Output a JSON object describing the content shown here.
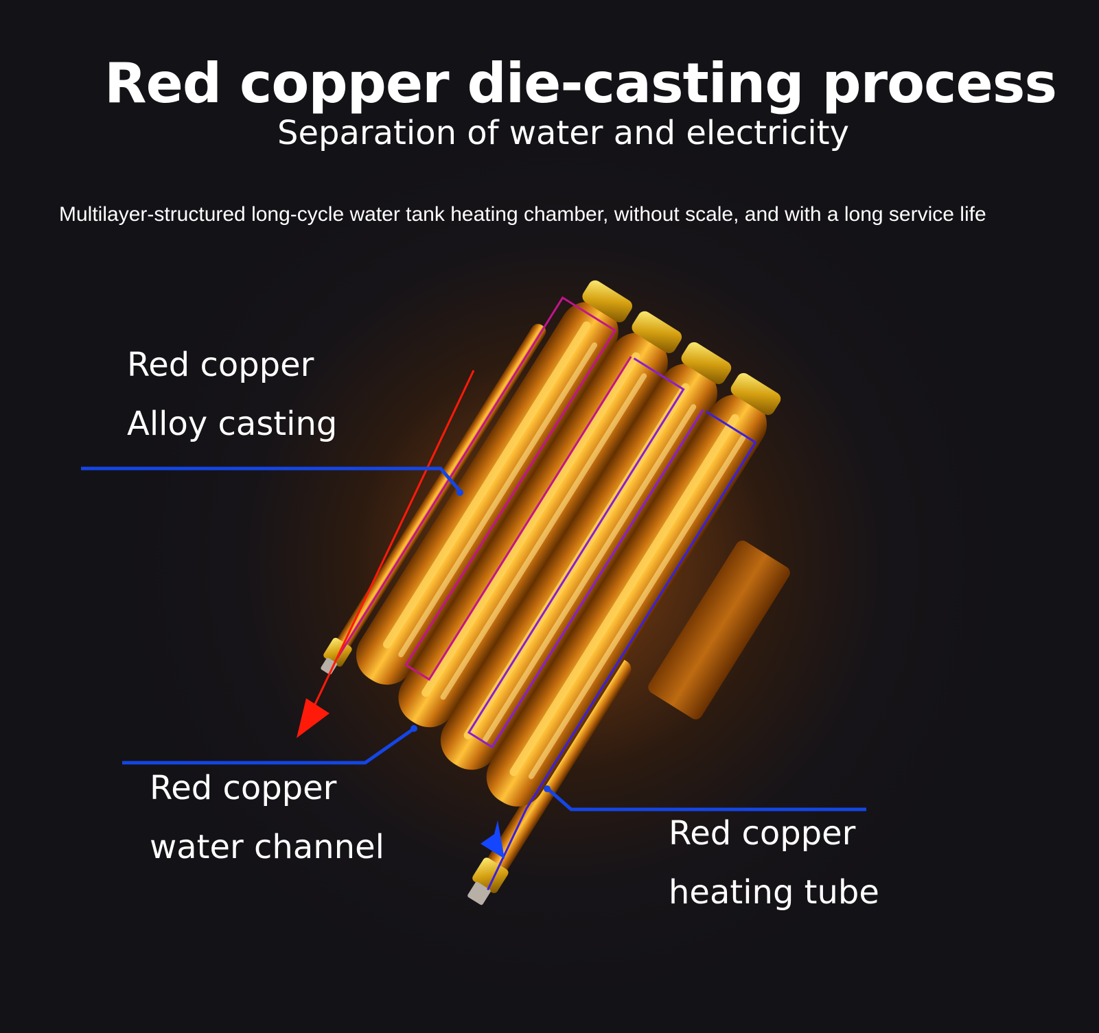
{
  "header": {
    "title": "Red copper die-casting process",
    "subtitle": "Separation of water and electricity"
  },
  "description": "Multilayer-structured long-cycle water tank heating chamber, without scale, and with a long service life",
  "callouts": [
    {
      "line1": "Red copper",
      "line2": "Alloy casting"
    },
    {
      "line1": "Red copper",
      "line2": "water channel"
    },
    {
      "line1": "Red copper",
      "line2": "heating tube"
    }
  ],
  "colors": {
    "background": "#131216",
    "copper": "#e0921e",
    "leader_line": "#1446e6",
    "hot_water_arrow": "#ff1a0a",
    "cold_water_arrow": "#1446ff"
  }
}
